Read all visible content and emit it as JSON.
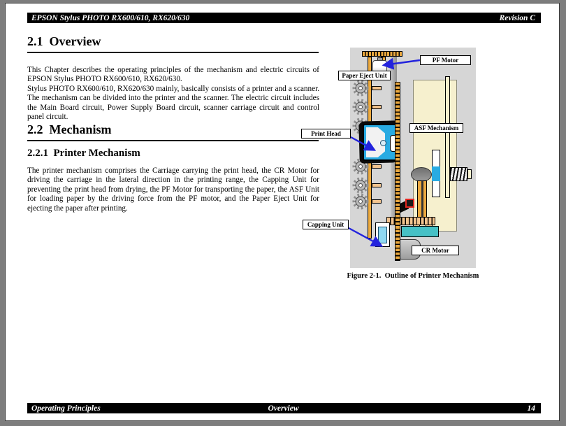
{
  "header": {
    "title": "EPSON Stylus PHOTO RX600/610, RX620/630",
    "revision": "Revision C"
  },
  "sections": {
    "overview": {
      "heading": "2.1  Overview",
      "body": "This Chapter describes the operating principles of the mechanism and electric circuits of EPSON Stylus PHOTO RX600/610, RX620/630.\nStylus PHOTO RX600/610, RX620/630 mainly, basically consists of a printer and a scanner. The mechanism can be divided into the printer and the scanner. The electric circuit includes the Main Board circuit, Power Supply Board circuit, scanner carriage circuit and control panel circuit."
    },
    "mechanism": {
      "heading": "2.2  Mechanism"
    },
    "printer_mechanism": {
      "heading": "2.2.1  Printer Mechanism",
      "body": "The printer mechanism comprises the Carriage carrying the print head, the CR Motor for driving the carriage in the lateral direction in the printing range, the Capping Unit for preventing the print head from drying, the PF Motor for transporting the paper, the ASF Unit for loading paper by the driving force from the PF motor, and the Paper Eject Unit for ejecting the paper after printing."
    }
  },
  "figure": {
    "caption": "Figure 2-1.  Outline of Printer Mechanism",
    "labels": {
      "pf_motor": "PF Motor",
      "paper_eject_unit": "Paper Eject Unit",
      "print_head": "Print Head",
      "asf_mechanism": "ASF Mechanism",
      "capping_unit": "Capping Unit",
      "cr_motor": "CR Motor"
    }
  },
  "footer": {
    "left": "Operating Principles",
    "center": "Overview",
    "page_number": "14"
  },
  "colors": {
    "arrow_blue": "#2323DD",
    "head_cyan": "#29ABE2",
    "panel_gray": "#D6D6D6",
    "cream": "#F6F0CE",
    "orange": "#EBA93F",
    "teal": "#46C1C6",
    "red": "#E3261F",
    "cap_cyan": "#8FD8F2"
  }
}
